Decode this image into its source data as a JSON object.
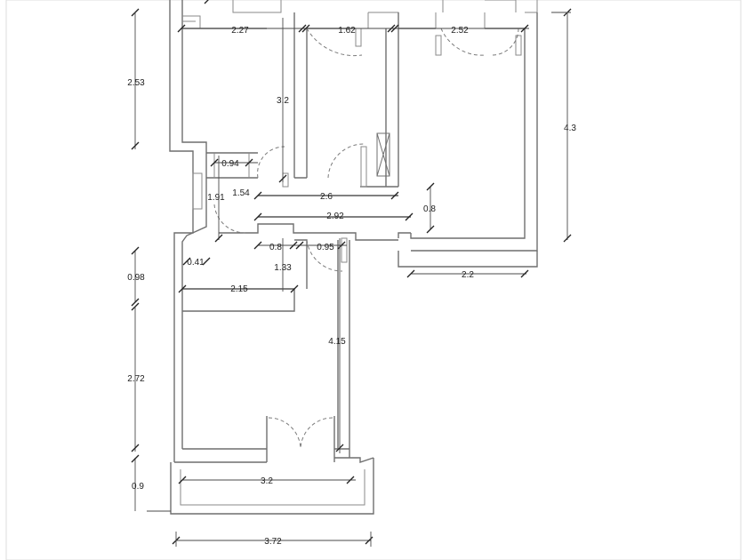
{
  "dimensions": {
    "top_2_27": "2.27",
    "top_1_62": "1.62",
    "top_2_52": "2.52",
    "left_2_53": "2.53",
    "hall_3_2": "3.2",
    "right_4_3": "4.3",
    "small_0_94": "0.94",
    "small_1_91": "1.91",
    "small_1_54": "1.54",
    "corr_2_6": "2.6",
    "corr_2_92": "2.92",
    "corr_0_8_right": "0.8",
    "bottom_2_2": "2.2",
    "bath_0_8": "0.8",
    "bath_0_95": "0.95",
    "bath_0_41": "0.41",
    "bath_1_33": "1.33",
    "left_0_98": "0.98",
    "room_2_15": "2.15",
    "room_4_15": "4.15",
    "left_2_72": "2.72",
    "left_0_9": "0.9",
    "balcony_3_2": "3.2",
    "total_3_72": "3.72"
  }
}
